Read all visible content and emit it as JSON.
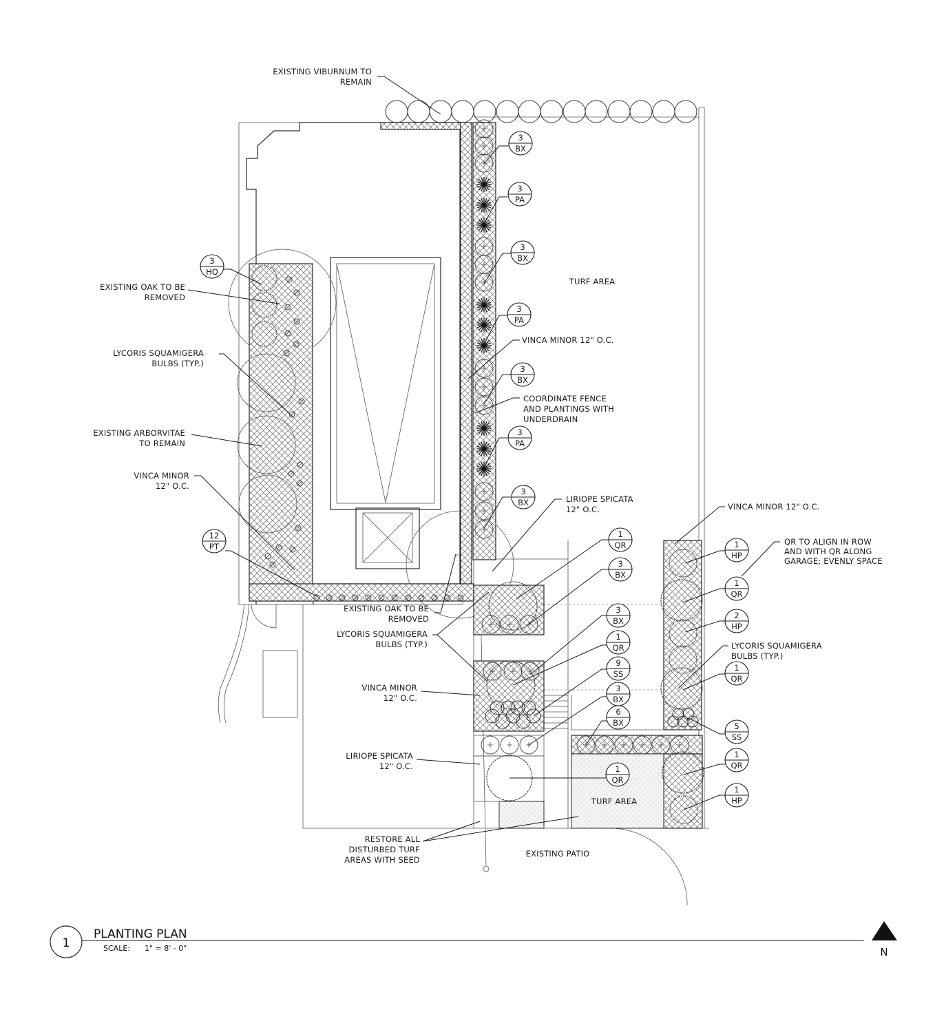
{
  "drawing": {
    "title": "PLANTING PLAN",
    "detail_number": "1",
    "scale_label": "SCALE:",
    "scale_value": "1\" = 8' - 0\"",
    "north_label": "N"
  },
  "area_labels": {
    "turf_area_north": "TURF AREA",
    "turf_area_south": "TURF AREA",
    "existing_patio": "EXISTING PATIO"
  },
  "notes": [
    {
      "id": "viburnum",
      "lines": [
        "EXISTING VIBURNUM TO",
        "REMAIN"
      ]
    },
    {
      "id": "oak-removed-west",
      "lines": [
        "EXISTING OAK TO BE",
        "REMOVED"
      ]
    },
    {
      "id": "lycoris-west",
      "lines": [
        "LYCORIS SQUAMIGERA",
        "BULBS (TYP.)"
      ]
    },
    {
      "id": "arborvitae",
      "lines": [
        "EXISTING ARBORVITAE",
        "TO REMAIN"
      ]
    },
    {
      "id": "vinca-west",
      "lines": [
        "VINCA MINOR",
        "12\" O.C."
      ]
    },
    {
      "id": "vinca-fence",
      "lines": [
        "VINCA MINOR 12\" O.C."
      ]
    },
    {
      "id": "coordinate-fence",
      "lines": [
        "COORDINATE FENCE",
        "AND PLANTINGS WITH",
        "UNDERDRAIN"
      ]
    },
    {
      "id": "liriope-north",
      "lines": [
        "LIRIOPE SPICATA",
        "12\" O.C."
      ]
    },
    {
      "id": "oak-removed-center",
      "lines": [
        "EXISTING OAK TO BE",
        "REMOVED"
      ]
    },
    {
      "id": "lycoris-center",
      "lines": [
        "LYCORIS SQUAMIGERA",
        "BULBS (TYP.)"
      ]
    },
    {
      "id": "vinca-center",
      "lines": [
        "VINCA MINOR",
        "12\" O.C."
      ]
    },
    {
      "id": "liriope-south",
      "lines": [
        "LIRIOPE SPICATA",
        "12\" O.C."
      ]
    },
    {
      "id": "restore-turf",
      "lines": [
        "RESTORE ALL",
        "DISTURBED TURF",
        "AREAS WITH SEED"
      ]
    },
    {
      "id": "vinca-east",
      "lines": [
        "VINCA MINOR 12\" O.C."
      ]
    },
    {
      "id": "qr-align",
      "lines": [
        "QR TO ALIGN IN ROW",
        "AND WITH QR ALONG",
        "GARAGE; EVENLY SPACE"
      ]
    },
    {
      "id": "lycoris-east",
      "lines": [
        "LYCORIS SQUAMIGERA",
        "BULBS (TYP.)"
      ]
    }
  ],
  "plant_tags": [
    {
      "qty": "3",
      "code": "BX"
    },
    {
      "qty": "3",
      "code": "PA"
    },
    {
      "qty": "3",
      "code": "BX"
    },
    {
      "qty": "3",
      "code": "PA"
    },
    {
      "qty": "3",
      "code": "BX"
    },
    {
      "qty": "3",
      "code": "PA"
    },
    {
      "qty": "3",
      "code": "BX"
    },
    {
      "qty": "3",
      "code": "HQ"
    },
    {
      "qty": "12",
      "code": "PT"
    },
    {
      "qty": "1",
      "code": "QR"
    },
    {
      "qty": "3",
      "code": "BX"
    },
    {
      "qty": "3",
      "code": "BX"
    },
    {
      "qty": "1",
      "code": "QR"
    },
    {
      "qty": "9",
      "code": "SS"
    },
    {
      "qty": "3",
      "code": "BX"
    },
    {
      "qty": "6",
      "code": "BX"
    },
    {
      "qty": "1",
      "code": "QR"
    },
    {
      "qty": "1",
      "code": "HP"
    },
    {
      "qty": "1",
      "code": "QR"
    },
    {
      "qty": "2",
      "code": "HP"
    },
    {
      "qty": "1",
      "code": "QR"
    },
    {
      "qty": "5",
      "code": "SS"
    },
    {
      "qty": "1",
      "code": "QR"
    },
    {
      "qty": "1",
      "code": "HP"
    }
  ],
  "colors": {
    "linework": "#2a2a2a",
    "background": "#ffffff",
    "north_arrow": "#111111"
  }
}
